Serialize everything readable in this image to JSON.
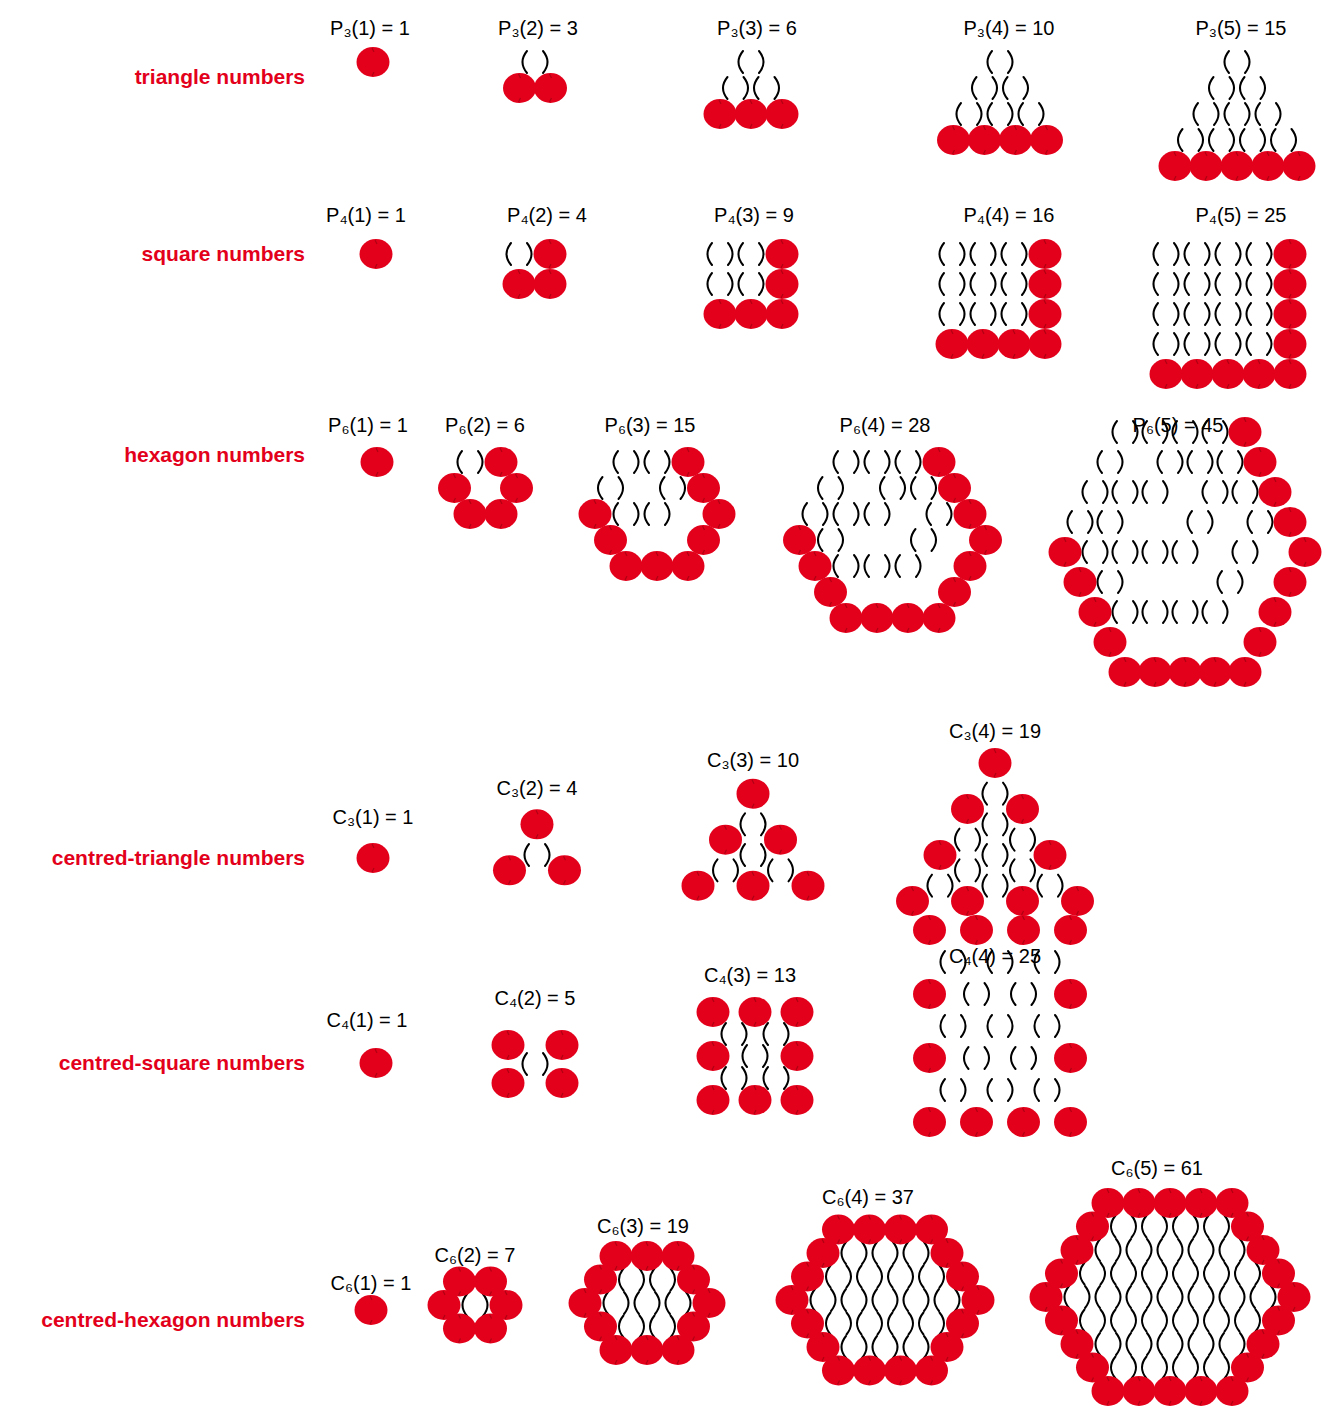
{
  "diagram": {
    "labels": [
      "triangle numbers",
      "P₃(1) = 1",
      "P₃(2) = 3",
      "P₃(3) = 6",
      "P₃(4) = 10",
      "P₃(5) = 15",
      "square numbers",
      "P₄(1) = 1",
      "P₄(2) = 4",
      "P₄(3) = 9",
      "P₄(4) = 16",
      "P₄(5) = 25",
      "hexagon numbers",
      "P₆(1) = 1",
      "P₆(2) = 6",
      "P₆(3) = 15",
      "P₆(4) = 28",
      "P₆(5) = 45",
      "centred-triangle numbers",
      "C₃(1) = 1",
      "C₃(2) = 4",
      "C₃(3) = 10",
      "C₃(4) = 19",
      "centred-square numbers",
      "C₄(1) = 1",
      "C₄(2) = 5",
      "C₄(3) = 13",
      "C₄(4) = 25",
      "centred-hexagon numbers",
      "C₆(1) = 1",
      "C₆(2) = 7",
      "C₆(3) = 19",
      "C₆(4) = 37",
      "C₆(5) = 61"
    ]
  }
}
